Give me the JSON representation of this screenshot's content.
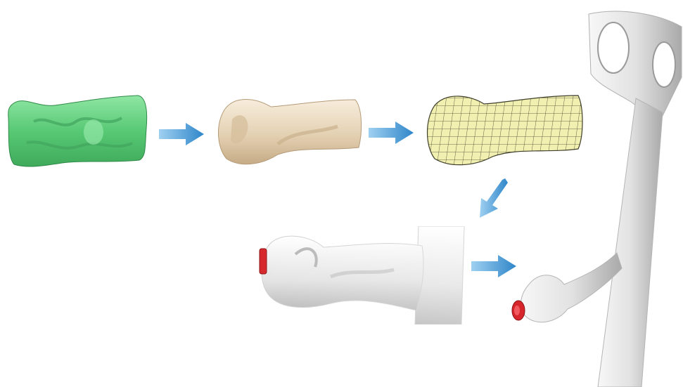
{
  "diagram": {
    "steps": [
      {
        "id": "scan-mesh",
        "icon": "green-grip-scan-icon"
      },
      {
        "id": "smoothed-surface",
        "icon": "beige-grip-surface-icon"
      },
      {
        "id": "quad-mesh",
        "icon": "yellow-quad-mesh-icon"
      },
      {
        "id": "fitted-handle",
        "icon": "white-handle-closeup-icon"
      },
      {
        "id": "final-crutch",
        "icon": "white-crutch-assembly-icon"
      }
    ],
    "colors": {
      "scan": "#5fcf7c",
      "surface": "#e9d8bd",
      "mesh": "#f2f0b0",
      "arrow": "#3b8fd0",
      "part": "#eeeeee",
      "accent": "#d7262b"
    }
  }
}
